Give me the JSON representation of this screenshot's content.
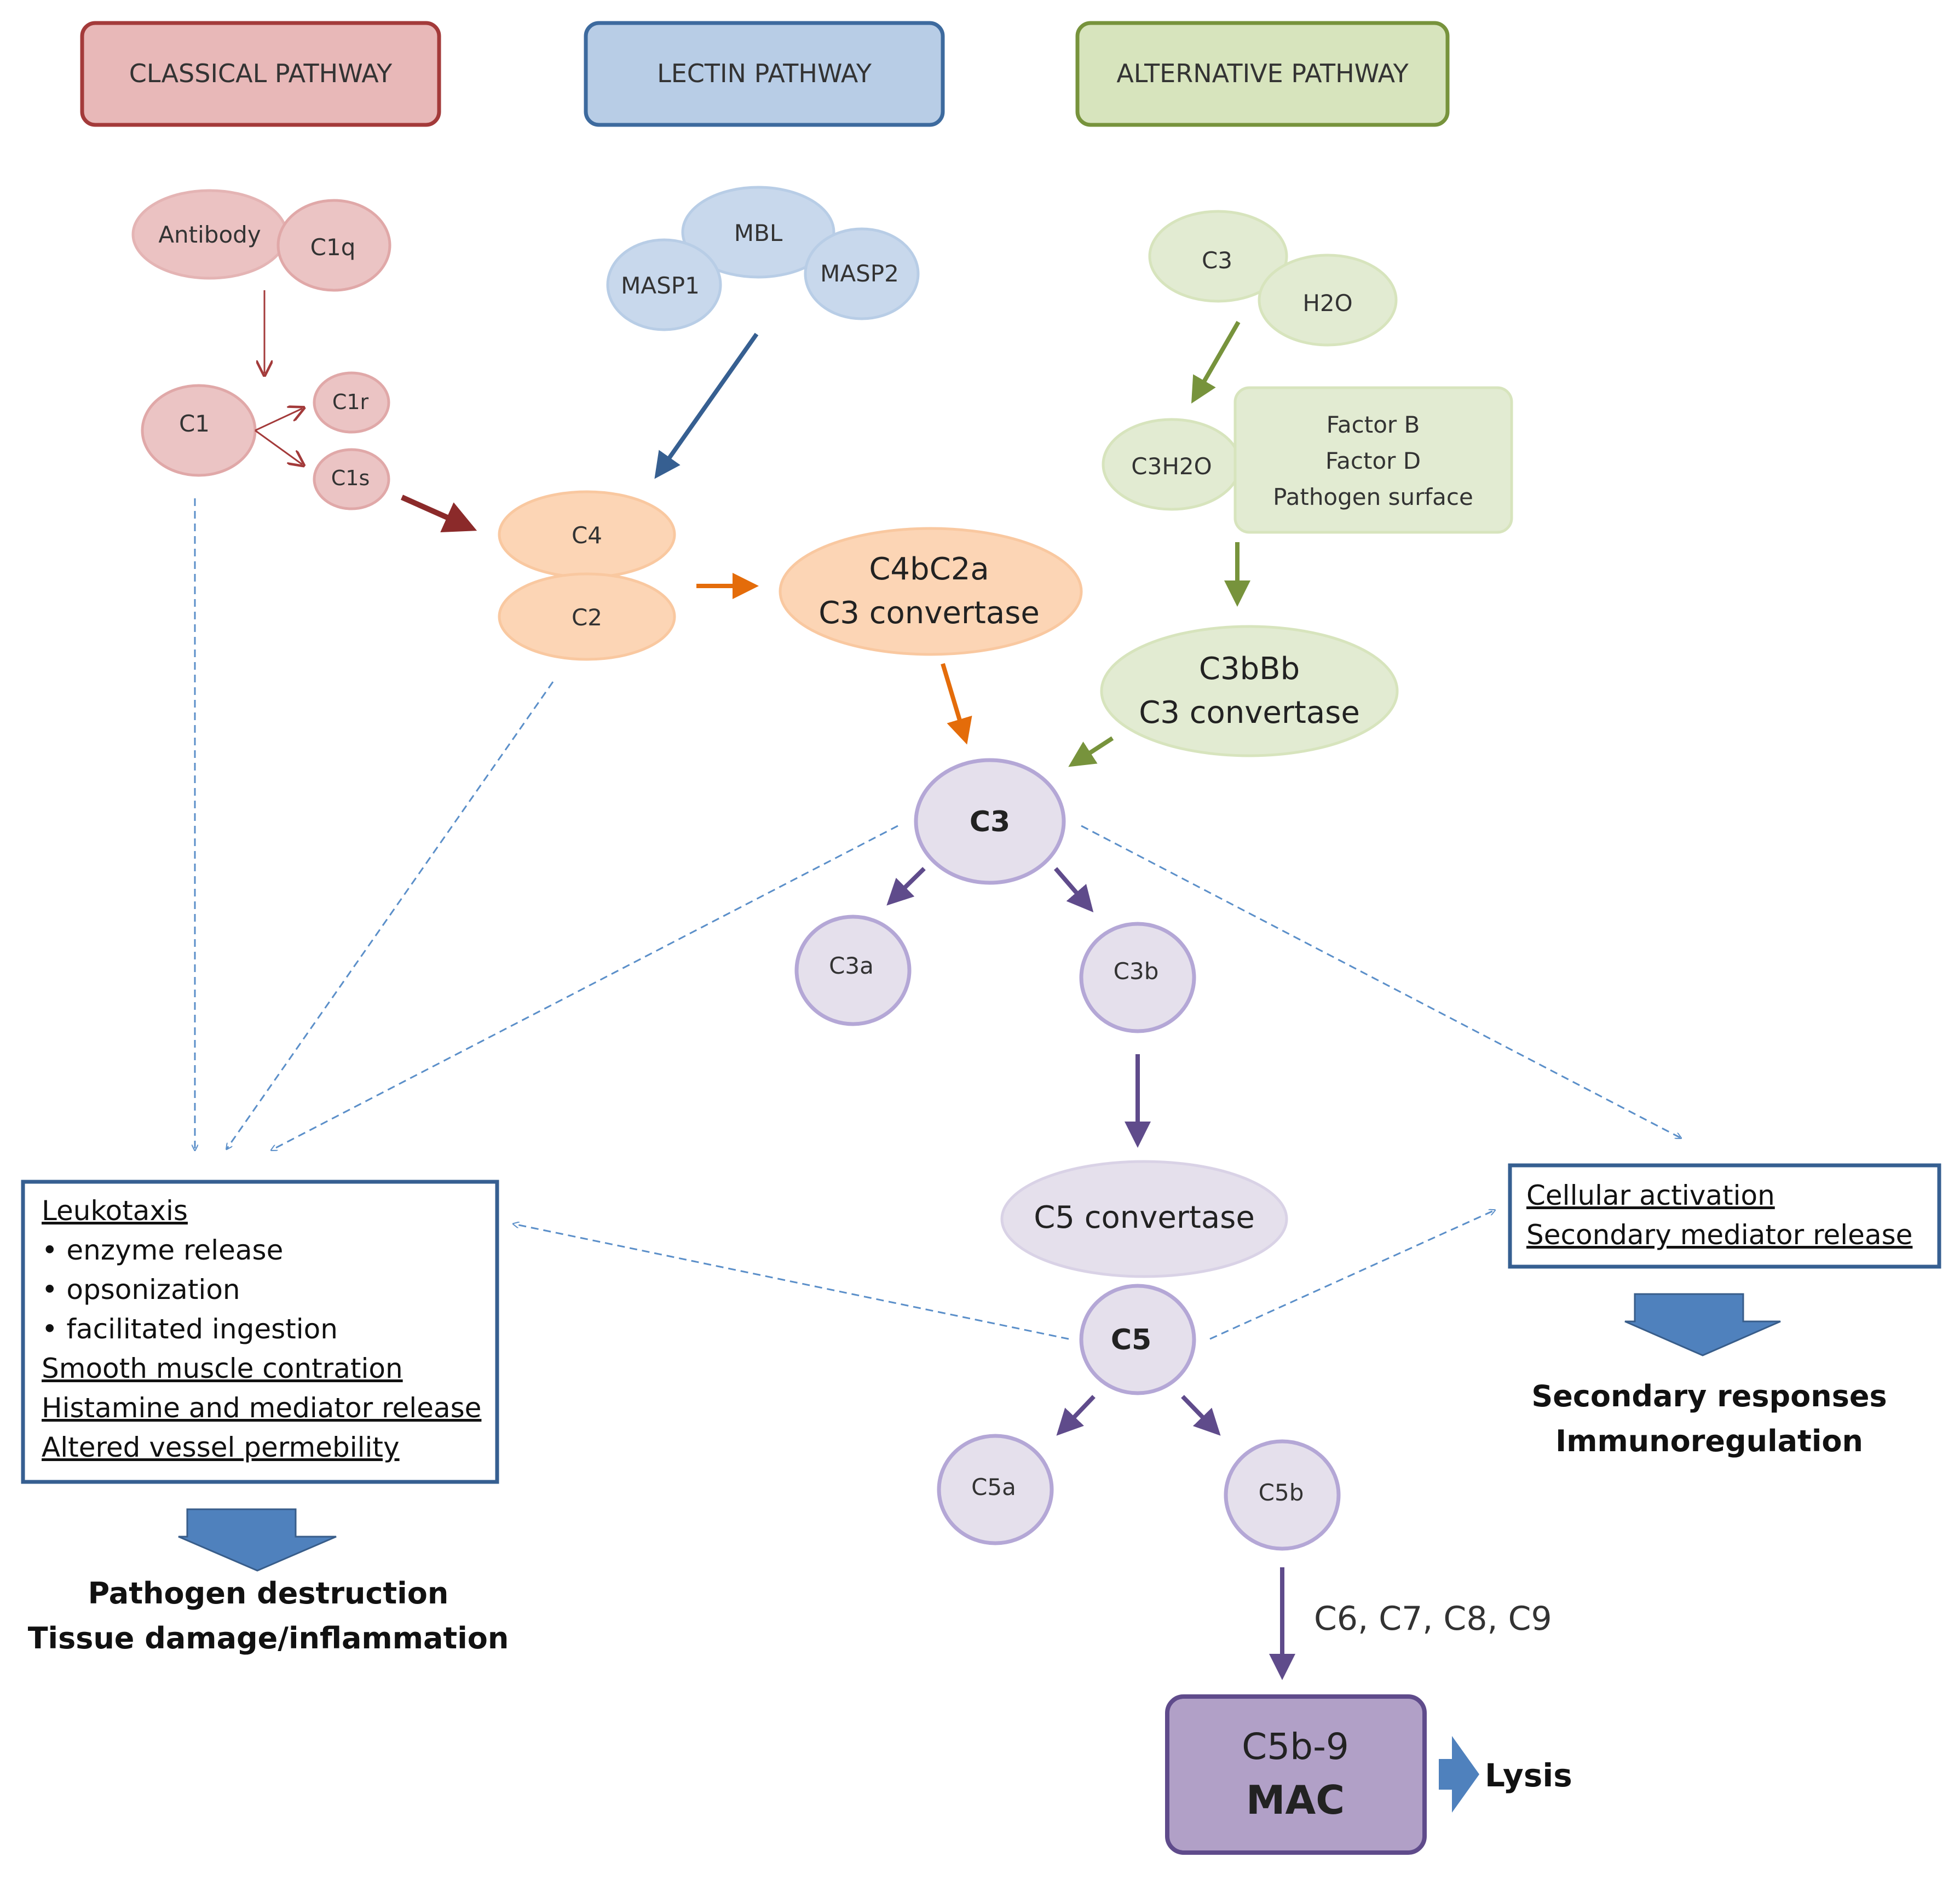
{
  "headers": {
    "classical": "CLASSICAL PATHWAY",
    "lectin": "LECTIN PATHWAY",
    "alternative": "ALTERNATIVE PATHWAY"
  },
  "classical": {
    "antibody": "Antibody",
    "c1q": "C1q",
    "c1": "C1",
    "c1r": "C1r",
    "c1s": "C1s"
  },
  "lectin": {
    "mbl": "MBL",
    "masp1": "MASP1",
    "masp2": "MASP2"
  },
  "alternative": {
    "c3": "C3",
    "h2o": "H2O",
    "c3h2o": "C3H2O",
    "factors": [
      "Factor B",
      "Factor D",
      "Pathogen surface"
    ],
    "convertase_name": "C3bBb",
    "convertase_label": "C3 convertase"
  },
  "common": {
    "c4": "C4",
    "c2": "C2",
    "c4bc2a": "C4bC2a",
    "c3_convertase": "C3 convertase",
    "c3": "C3",
    "c3a": "C3a",
    "c3b": "C3b",
    "c5_convertase": "C5 convertase",
    "c5": "C5",
    "c5a": "C5a",
    "c5b": "C5b",
    "terminal_components": "C6, C7, C8, C9",
    "mac_top": "C5b-9",
    "mac_bottom": "MAC",
    "lysis": "Lysis"
  },
  "left_box": {
    "lines": [
      "Leukotaxis",
      "• enzyme release",
      "• opsonization",
      "• facilitated ingestion",
      "Smooth muscle contration",
      "Histamine and mediator release",
      "Altered vessel permebility"
    ],
    "underlined": [
      true,
      false,
      false,
      false,
      true,
      true,
      true
    ]
  },
  "right_box": {
    "lines": [
      "Cellular activation",
      "Secondary mediator release"
    ]
  },
  "outcomes": {
    "left": [
      "Pathogen destruction",
      "Tissue damage/inflammation"
    ],
    "right": [
      "Secondary responses",
      "Immunoregulation"
    ]
  },
  "colors": {
    "classical_fill": "#e8b8b8",
    "classical_stroke": "#a33a3a",
    "lectin_fill": "#b8cde6",
    "lectin_stroke": "#3d6a9e",
    "alternative_fill": "#d7e4bd",
    "alternative_stroke": "#77933c",
    "orange_fill": "#fcd5b5",
    "orange_arrow": "#e46c0a",
    "purple_fill": "#e5e0ec",
    "purple_stroke": "#8064a2",
    "purple_arrow": "#5f4b8b",
    "dashed_blue": "#5b8fc9",
    "outcome_arrow": "#4f81bd"
  }
}
